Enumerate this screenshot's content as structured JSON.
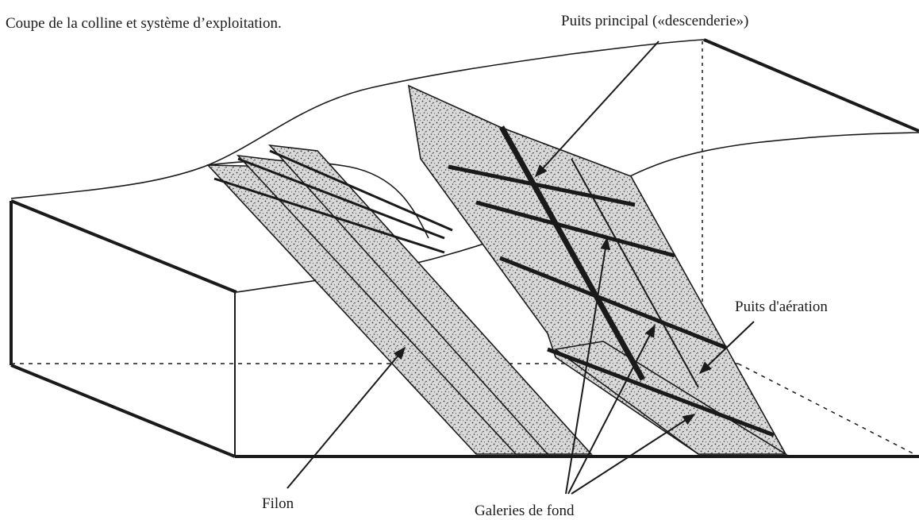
{
  "diagram": {
    "title": "Coupe de la colline et système d’exploitation.",
    "labels": {
      "puits_principal": "Puits principal («descenderie»)",
      "puits_aeration": "Puits d'aération",
      "filon": "Filon",
      "galeries_de_fond": "Galeries de fond"
    },
    "colors": {
      "line": "#1a1a1a",
      "stipple_fill": "#d7d7d7",
      "background": "#ffffff"
    }
  }
}
